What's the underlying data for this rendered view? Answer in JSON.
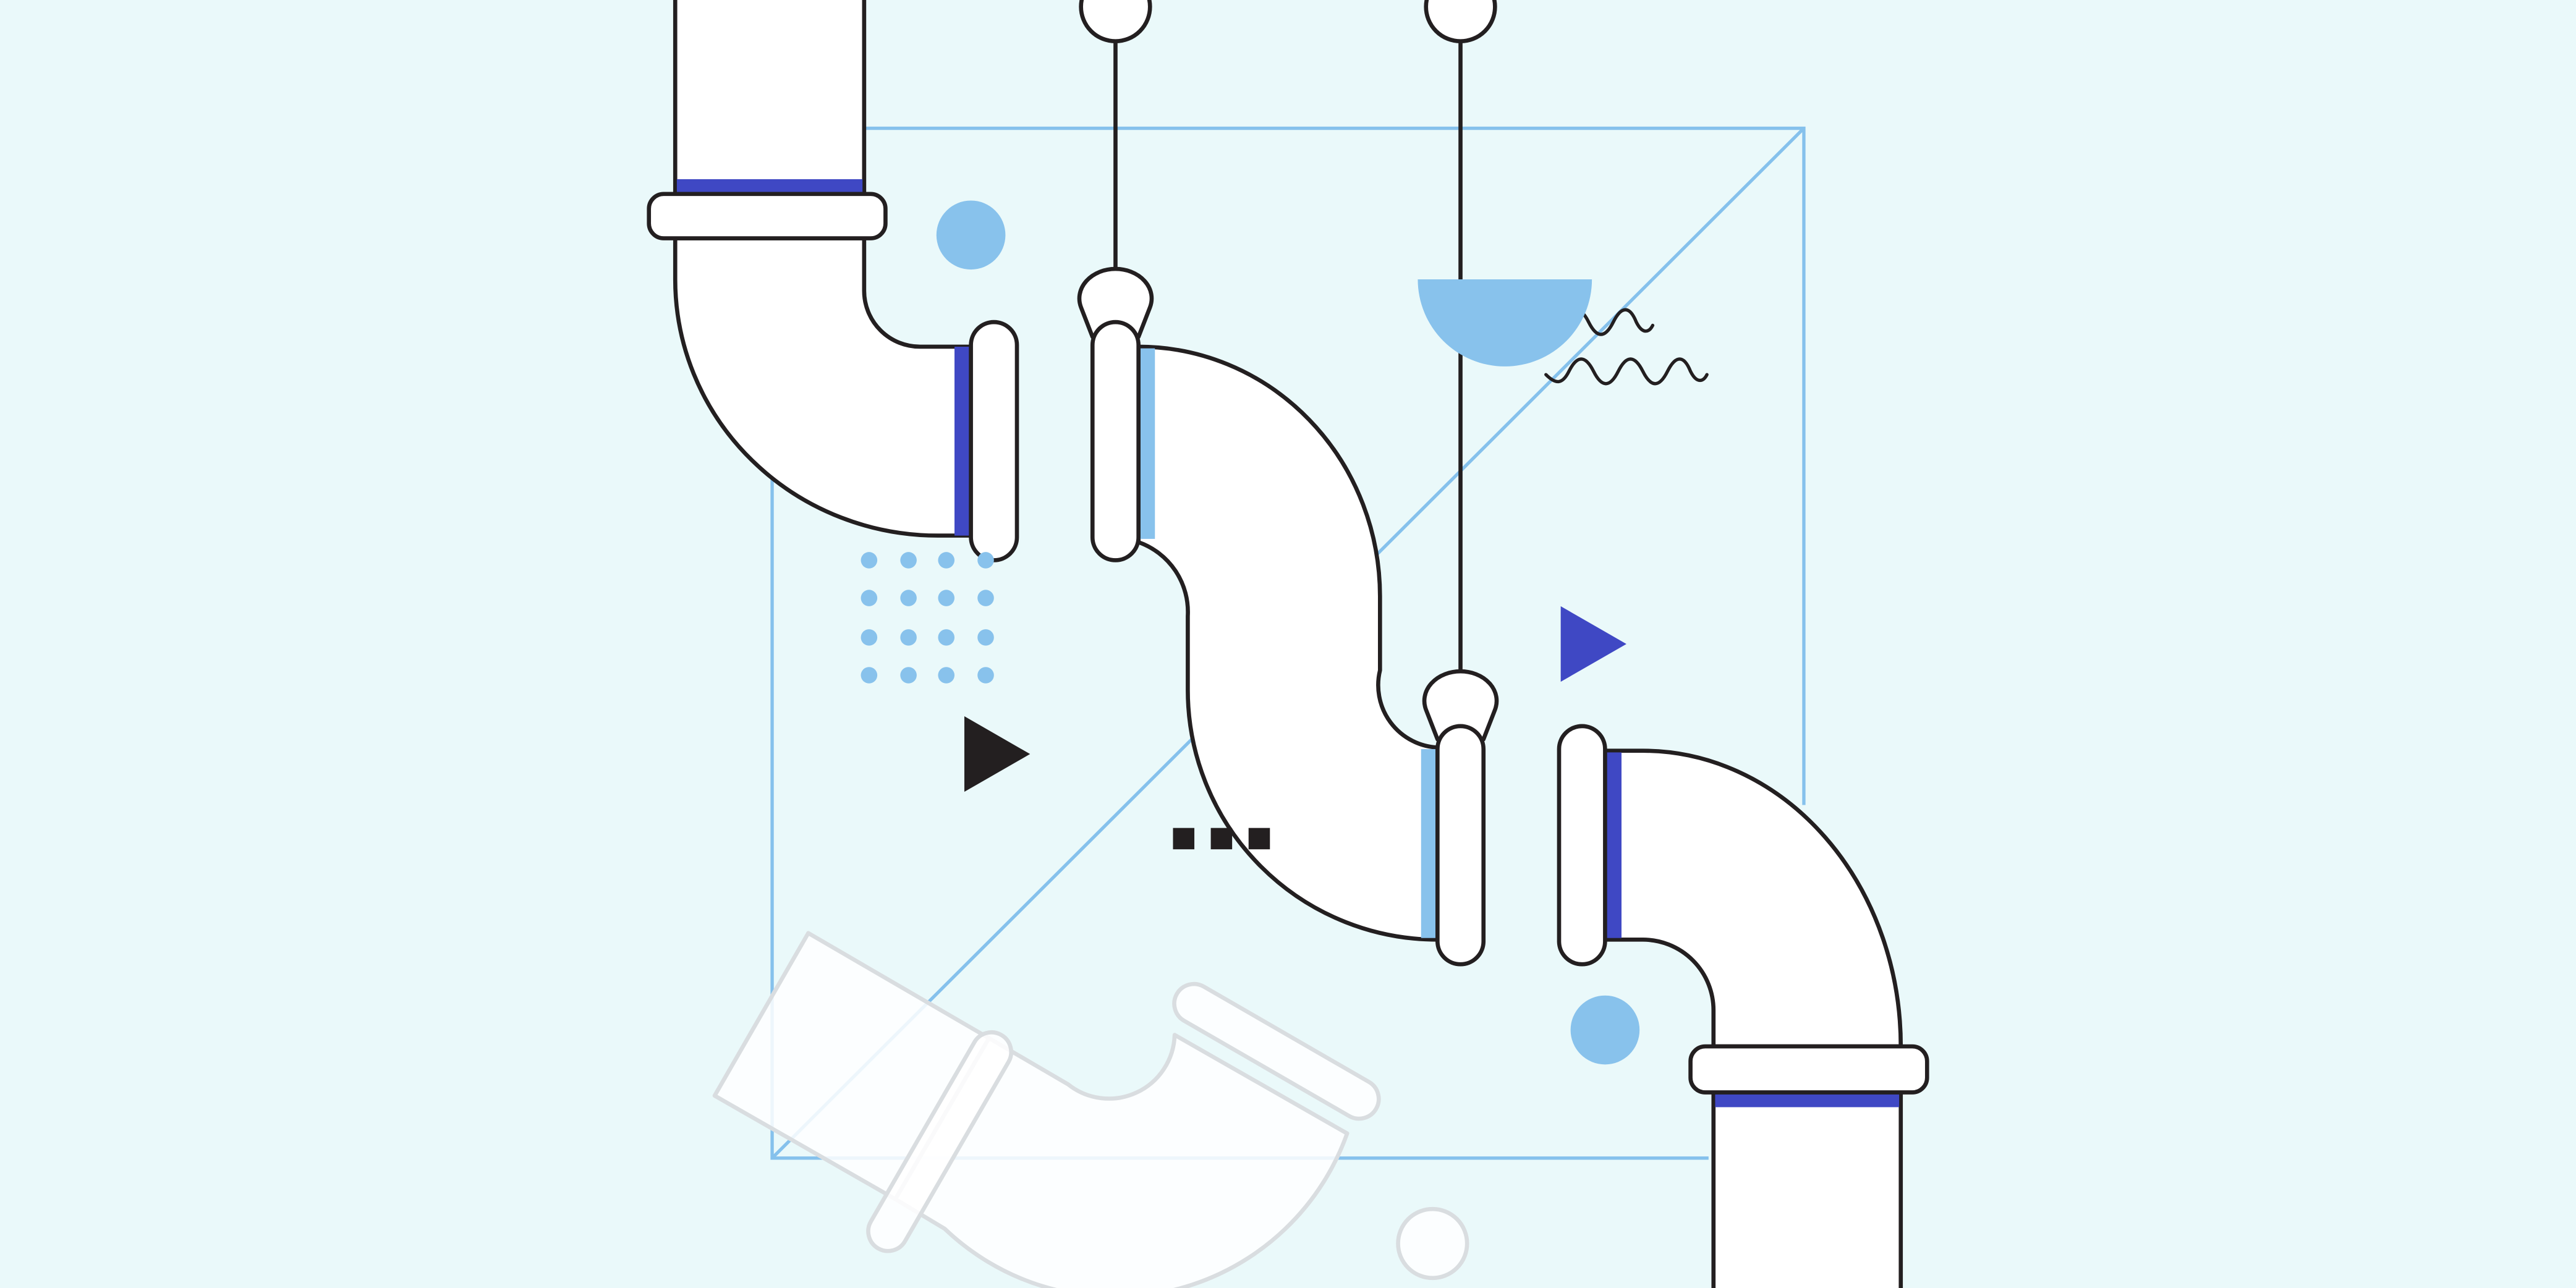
{
  "illustration": {
    "subject": "plumbing-pipes",
    "colors": {
      "background": "#eaf9fa",
      "outline": "#231f20",
      "light_blue": "#88c2ec",
      "frame_blue": "#85c1ec",
      "accent_blue": "#3f48c4",
      "pipe_fill": "#ffffff",
      "ghost_stroke": "#d9dde0"
    },
    "icons": [
      "pipe-elbow",
      "pipe-s-bend",
      "pipe-hanger",
      "play-triangle",
      "dot-grid",
      "wave"
    ]
  }
}
